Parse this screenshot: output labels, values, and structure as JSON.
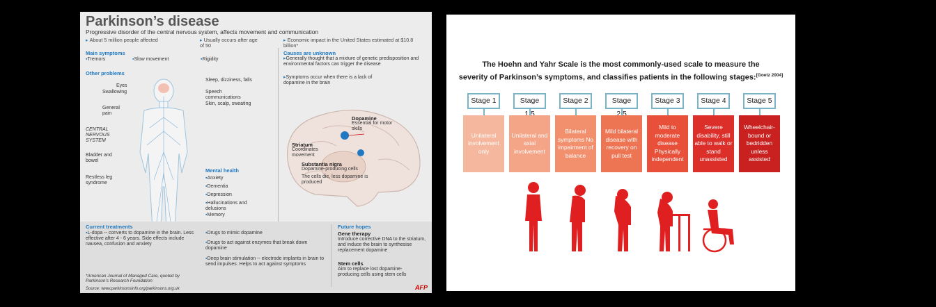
{
  "infographic": {
    "title": "Parkinson’s disease",
    "subtitle": "Progressive disorder of the central nervous system, affects movement and communication",
    "facts": [
      "About 5 million people affected",
      "Usually occurs after age of 50",
      "Economic impact in the United States estimated at $10.8 billion*"
    ],
    "main_symptoms": {
      "heading": "Main symptoms",
      "items": [
        "Tremors",
        "Slow movement",
        "Rigidity"
      ]
    },
    "other_problems": {
      "heading": "Other problems",
      "labels": [
        "Eyes",
        "Swallowing",
        "General pain",
        "CENTRAL NERVOUS SYSTEM",
        "Bladder and bowel",
        "Restless leg syndrome",
        "Sleep, dizziness, falls",
        "Speech communications",
        "Skin, scalp, sweating"
      ]
    },
    "causes": {
      "heading": "Causes are unknown",
      "items": [
        "Generally thought that a mixture of genetic predisposition and environmental factors can trigger the disease",
        "Symptoms occur when there is a lack of dopamine in the brain"
      ]
    },
    "brain": {
      "dopamine_title": "Dopamine",
      "dopamine_text": "Essential for motor skills",
      "striatum_title": "Striatum",
      "striatum_text": "Coordinates movement",
      "nigra_title": "Substantia nigra",
      "nigra_text": "Dopamine-producing cells",
      "nigra_text2": "The cells die, less dopamine is produced"
    },
    "mental_health": {
      "heading": "Mental health",
      "items": [
        "Anxiety",
        "Dementia",
        "Depression",
        "Hallucinations and delusions",
        "Memory"
      ]
    },
    "treatments": {
      "heading": "Current treatments",
      "items": [
        "L-dopa -- converts to dopamine in the brain. Less effective after 4 - 6 years. Side effects include nausea, confusion and anxiety",
        "Drugs to mimic dopamine",
        "Drugs to act against enzymes that break down dopamine",
        "Deep brain stimulation -- electrode implants in brain to send impulses. Helps to act against symptoms"
      ],
      "footnote": "*American Journal of Managed Care, quoted by Parkinson’s Research Foundation",
      "source": "Source: www.parkinsonsinfo.org/parkinsons.org.uk"
    },
    "future": {
      "heading": "Future hopes",
      "gene_title": "Gene therapy",
      "gene_text": "Introduce corrective DNA to the striatum, and induce the brain to synthesise replacement dopamine",
      "stem_title": "Stem cells",
      "stem_text": "Aim to replace lost dopamine-producing cells using stem cells"
    },
    "credit": "AFP",
    "colors": {
      "accent": "#1f78c1",
      "background": "#ececec"
    }
  },
  "hoehn_yahr": {
    "title_line1": "The Hoehn and Yahr Scale is the most commonly-used scale to measure the",
    "title_line2": "severity of Parkinson’s symptoms, and classifies patients in the following stages:",
    "citation": "[Goetz 2004]",
    "stages": [
      {
        "label": "Stage 1",
        "description": "Unilateral involvement only",
        "color": "#f5b89e"
      },
      {
        "label": "Stage 1.5",
        "description": "Unilateral and axial involvement",
        "color": "#f4a588"
      },
      {
        "label": "Stage 2",
        "description": "Bilateral symptoms No impairment of balance",
        "color": "#f28f6d"
      },
      {
        "label": "Stage 2.5",
        "description": "Mild bilateral disease with recovery on pull test",
        "color": "#ee7553"
      },
      {
        "label": "Stage 3",
        "description": "Mild to moderate disease Physically independent",
        "color": "#e8503a"
      },
      {
        "label": "Stage 4",
        "description": "Severe disability, still able to walk or stand unassisted",
        "color": "#dc2f2a"
      },
      {
        "label": "Stage 5",
        "description": "Wheelchair-bound or bedridden unless assisted",
        "color": "#c9211f"
      }
    ],
    "colors": {
      "stage_border": "#79b3c7",
      "figure": "#e02020"
    },
    "figure_icons": [
      "standing-person-icon",
      "stooped-person-icon",
      "bent-person-icon",
      "walker-person-icon",
      "wheelchair-person-icon"
    ]
  }
}
